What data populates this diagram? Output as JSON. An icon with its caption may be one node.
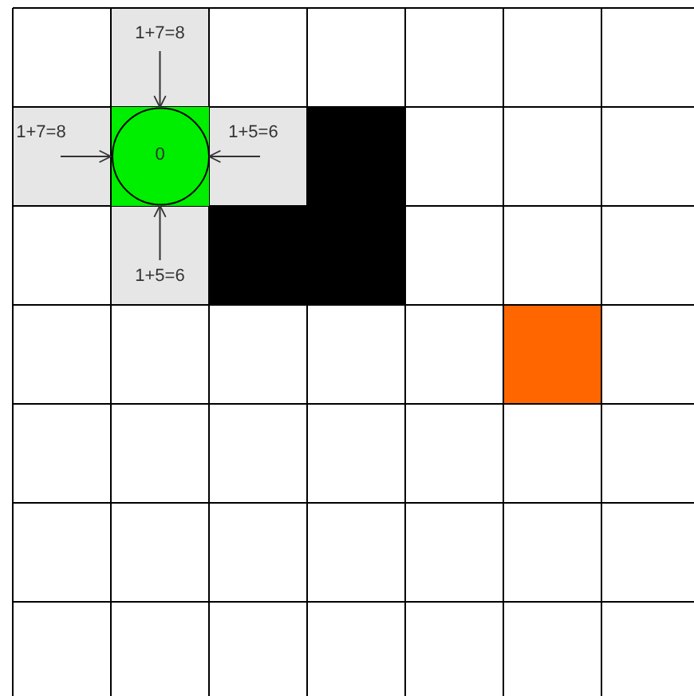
{
  "diagram": {
    "nodes": [
      {
        "text": [
          "1+7=8"
        ]
      },
      {
        "text": [
          "1+7=8"
        ]
      },
      {
        "text": [
          "0"
        ]
      },
      {
        "text": [
          "1+5=6"
        ]
      },
      {
        "text": [
          "1+5=6"
        ]
      }
    ],
    "edges": [
      {
        "from": 0,
        "to": 2,
        "arrow": "to"
      },
      {
        "from": 1,
        "to": 2,
        "arrow": "to"
      },
      {
        "from": 3,
        "to": 2,
        "arrow": "to"
      },
      {
        "from": 4,
        "to": 2,
        "arrow": "to"
      }
    ]
  }
}
